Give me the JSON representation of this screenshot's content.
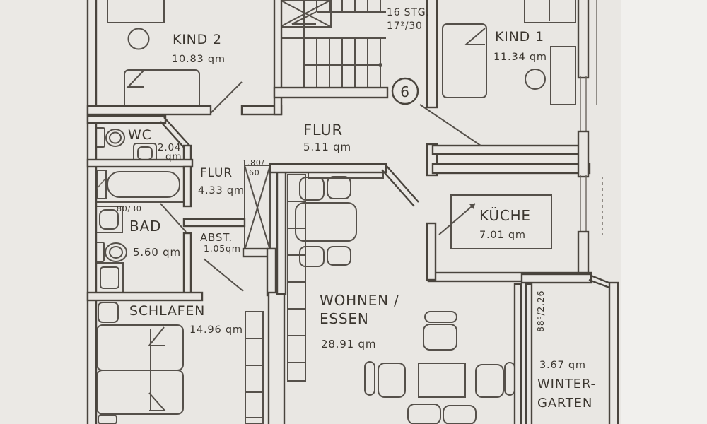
{
  "colors": {
    "paper": "#e9e7e3",
    "ink": "#49443d",
    "text": "#3b362f"
  },
  "unit_badge": {
    "number": "6"
  },
  "stairwell": {
    "note_line1": "16 STG.",
    "note_line2": "17²/30"
  },
  "rooms": {
    "kind2": {
      "name": "KIND 2",
      "area": "10.83 qm"
    },
    "kind1": {
      "name": "KIND 1",
      "area": "11.34 qm"
    },
    "wc": {
      "name": "WC",
      "area_value": "2.04",
      "area_unit": "qm"
    },
    "flur": {
      "name": "FLUR",
      "area": "5.11 qm"
    },
    "flur_klein": {
      "name": "FLUR",
      "area": "4.33 qm"
    },
    "bad": {
      "name": "BAD",
      "area": "5.60 qm"
    },
    "abstellraum": {
      "name": "ABST.",
      "area": "1.05qm"
    },
    "schlafen": {
      "name": "SCHLAFEN",
      "area": "14.96 qm"
    },
    "wohnen_essen": {
      "name_line1": "WOHNEN /",
      "name_line2": "ESSEN",
      "area": "28.91 qm"
    },
    "kueche": {
      "name": "KÜCHE",
      "area": "7.01 qm"
    },
    "wintergarten": {
      "area": "3.67 qm",
      "name_line1": "WINTER-",
      "name_line2": "GARTEN"
    }
  },
  "annotations": {
    "window_note": "80/30",
    "shaft_note_line1": "1.80/",
    "shaft_note_line2": "60",
    "dimension_right": "88⁵/2.26"
  }
}
